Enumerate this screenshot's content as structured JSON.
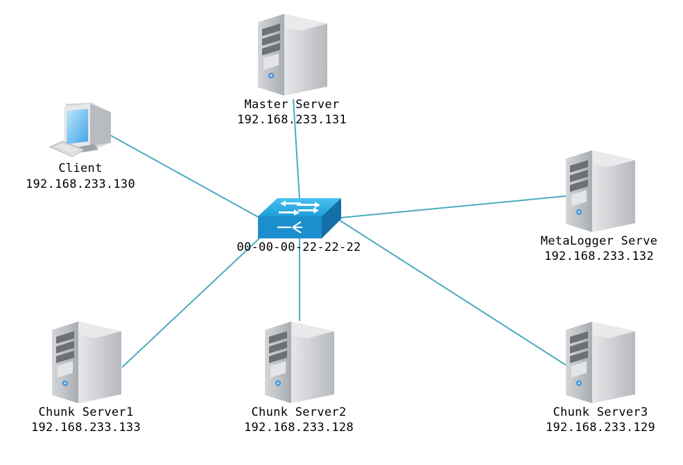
{
  "diagram": {
    "switch": {
      "label": "00-00-00-22-22-22",
      "icon": "network-switch-icon"
    },
    "client": {
      "name": "Client",
      "ip": "192.168.233.130",
      "icon": "desktop-computer-icon"
    },
    "master": {
      "name": "Master Server",
      "ip": "192.168.233.131",
      "icon": "server-tower-icon"
    },
    "metalogger": {
      "name": "MetaLogger Serve",
      "ip": "192.168.233.132",
      "icon": "server-tower-icon"
    },
    "chunk1": {
      "name": "Chunk Server1",
      "ip": "192.168.233.133",
      "icon": "server-tower-icon"
    },
    "chunk2": {
      "name": "Chunk Server2",
      "ip": "192.168.233.128",
      "icon": "server-tower-icon"
    },
    "chunk3": {
      "name": "Chunk Server3",
      "ip": "192.168.233.129",
      "icon": "server-tower-icon"
    }
  },
  "colors": {
    "link": "#4aaabd",
    "switch_top": "#29a9e0",
    "switch_front": "#1a8fcb",
    "server_face": "#b9bcc0",
    "server_side": "#8e9296"
  }
}
